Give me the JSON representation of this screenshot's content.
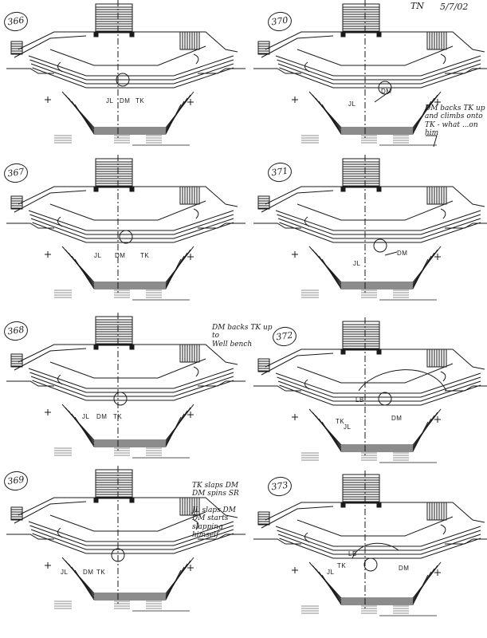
{
  "header": {
    "initials": "TN",
    "date": "5/7/02"
  },
  "frames": [
    {
      "number": "366",
      "actors": [
        "JL",
        "DM",
        "TK"
      ],
      "note": ""
    },
    {
      "number": "370",
      "actors": [
        "JL",
        "DM"
      ],
      "note": "DM backs TK up\nand climbs onto\nTK - what ...on him"
    },
    {
      "number": "367",
      "actors": [
        "JL",
        "DM",
        "TK"
      ],
      "note": ""
    },
    {
      "number": "371",
      "actors": [
        "JL",
        "DM"
      ],
      "note": ""
    },
    {
      "number": "368",
      "actors": [
        "JL",
        "DM",
        "TK"
      ],
      "note": "DM backs TK up to\nWell bench"
    },
    {
      "number": "372",
      "actors": [
        "TK",
        "JL",
        "LB",
        "DM"
      ],
      "note": ""
    },
    {
      "number": "369",
      "actors": [
        "JL",
        "DM",
        "TK"
      ],
      "note": "TK slaps DM\nDM spins SR\n\nJL slaps DM\nDM starts slapping\nhimself"
    },
    {
      "number": "373",
      "actors": [
        "JL",
        "TK",
        "LB",
        "DM"
      ],
      "note": ""
    }
  ]
}
